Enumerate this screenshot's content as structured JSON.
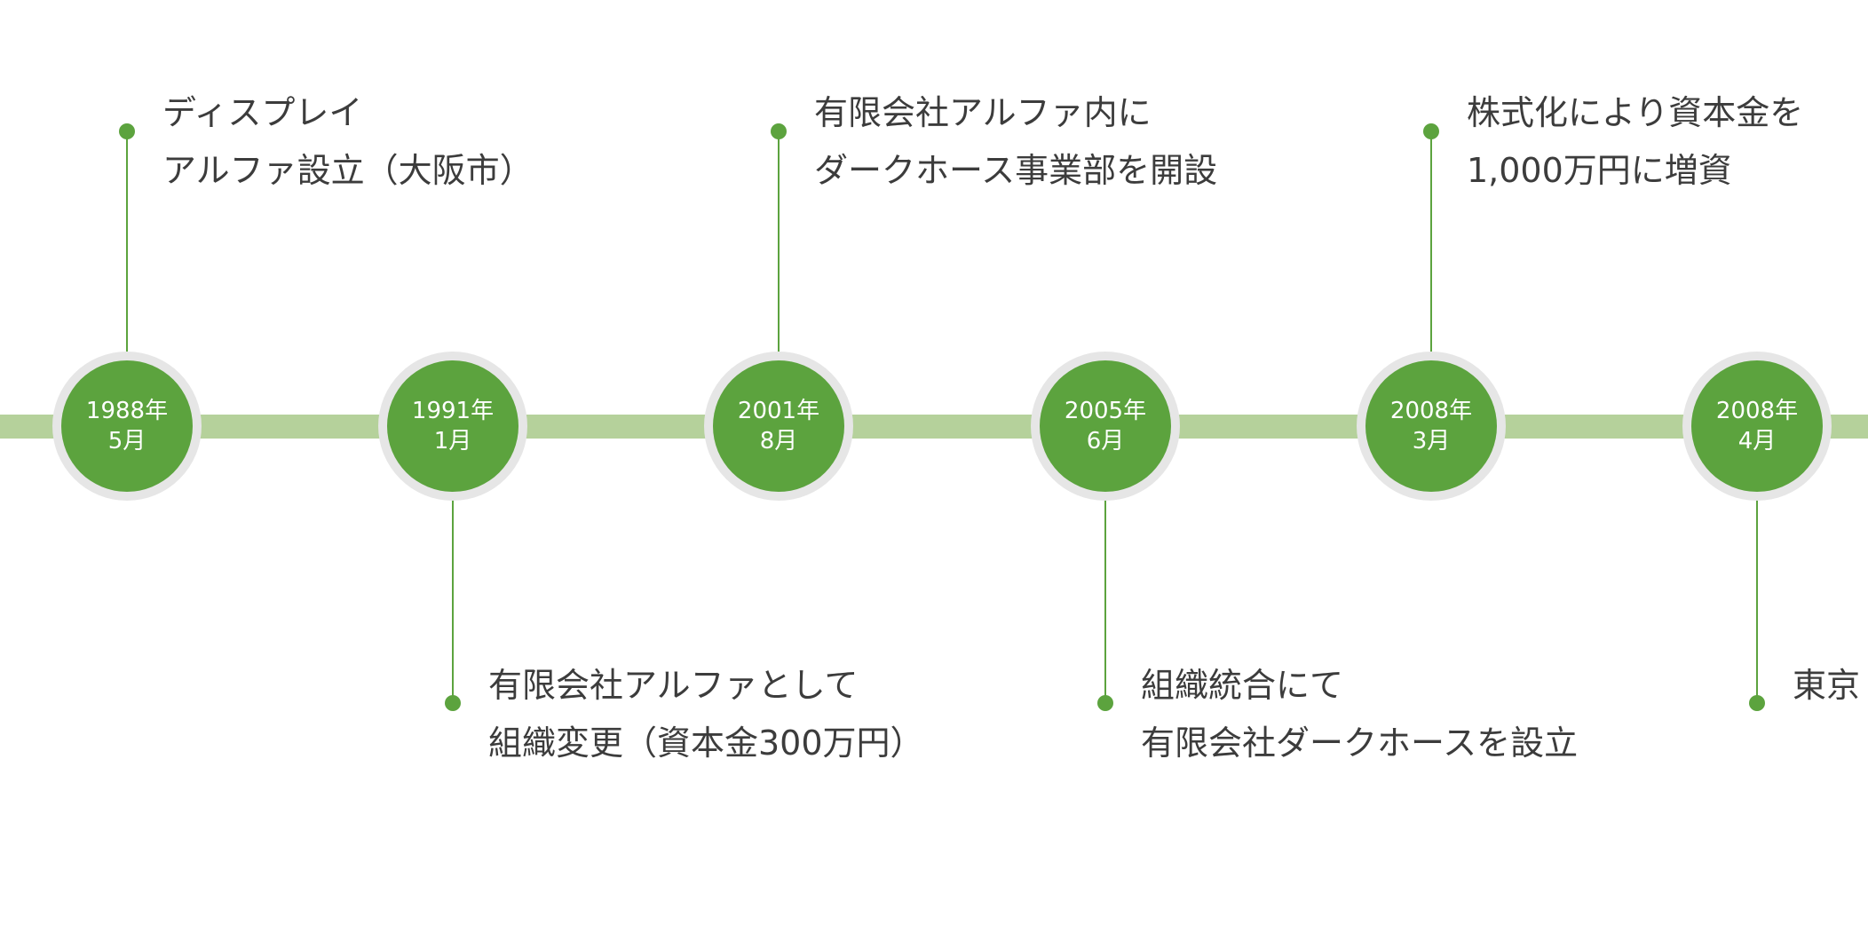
{
  "milestones": [
    {
      "year": "1988年",
      "month": "5月",
      "position": "top",
      "lines": [
        "ディスプレイ",
        "アルファ設立（大阪市）"
      ]
    },
    {
      "year": "1991年",
      "month": "1月",
      "position": "bottom",
      "lines": [
        "有限会社アルファとして",
        "組織変更（資本金300万円）"
      ]
    },
    {
      "year": "2001年",
      "month": "8月",
      "position": "top",
      "lines": [
        "有限会社アルファ内に",
        "ダークホース事業部を開設"
      ]
    },
    {
      "year": "2005年",
      "month": "6月",
      "position": "bottom",
      "lines": [
        "組織統合にて",
        "有限会社ダークホースを設立"
      ]
    },
    {
      "year": "2008年",
      "month": "3月",
      "position": "top",
      "lines": [
        "株式化により資本金を",
        "1,000万円に増資"
      ]
    },
    {
      "year": "2008年",
      "month": "4月",
      "position": "bottom",
      "lines": [
        "東京"
      ]
    }
  ],
  "colors": {
    "node": "#5ca33e",
    "track": "#b5d19b",
    "halo": "#e6e6e6",
    "text": "#3c3c3c"
  }
}
